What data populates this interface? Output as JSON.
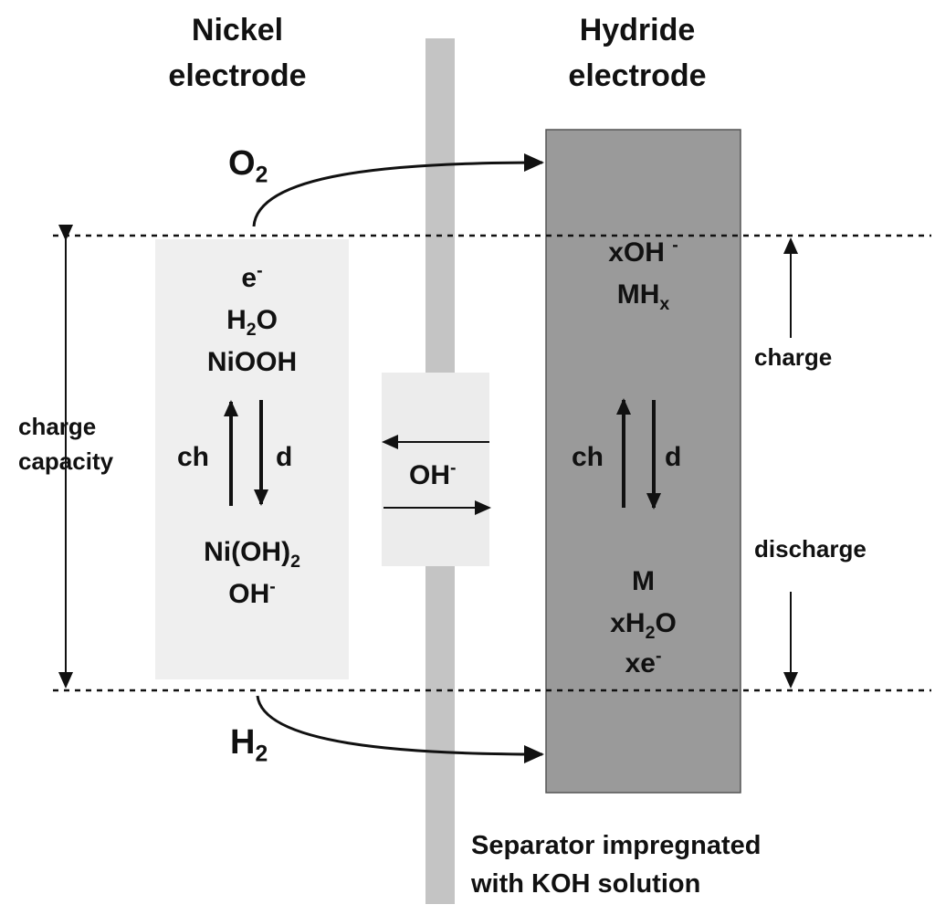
{
  "nickel_electrode": {
    "title_line1": "Nickel",
    "title_line2": "electrode"
  },
  "hydride_electrode": {
    "title_line1": "Hydride",
    "title_line2": "electrode"
  },
  "gases": {
    "o2": "O",
    "o2_sub": "2",
    "h2": "H",
    "h2_sub": "2"
  },
  "nickel_species": {
    "top_e": "e",
    "top_e_sup": "-",
    "water_h": "H",
    "water_sub": "2",
    "water_o": "O",
    "niooh": "NiOOH",
    "bottom_nioh": "Ni(OH)",
    "bottom_nioh_sub": "2",
    "bottom_oh": "OH",
    "bottom_oh_sup": "-",
    "ch_label": "ch",
    "d_label": "d"
  },
  "hydride_species": {
    "xoh": "xOH",
    "xoh_sup": "-",
    "mh": "MH",
    "mh_sub": "x",
    "m": "M",
    "xh2o_pre": "xH",
    "xh2o_sub": "2",
    "xh2o_post": "O",
    "xe": "xe",
    "xe_sup": "-",
    "ch_label": "ch",
    "d_label": "d"
  },
  "separator": {
    "ion": "OH",
    "ion_sup": "-",
    "caption_line1": "Separator impregnated",
    "caption_line2": "with KOH solution"
  },
  "left_scale": {
    "line1": "charge",
    "line2": "capacity"
  },
  "right_scale": {
    "charge": "charge",
    "discharge": "discharge"
  },
  "colors": {
    "nickel_fill": "#efefef",
    "separator_fill": "#c4c4c4",
    "hydride_fill": "#9a9a9a",
    "ion_window_fill": "#ececec"
  }
}
